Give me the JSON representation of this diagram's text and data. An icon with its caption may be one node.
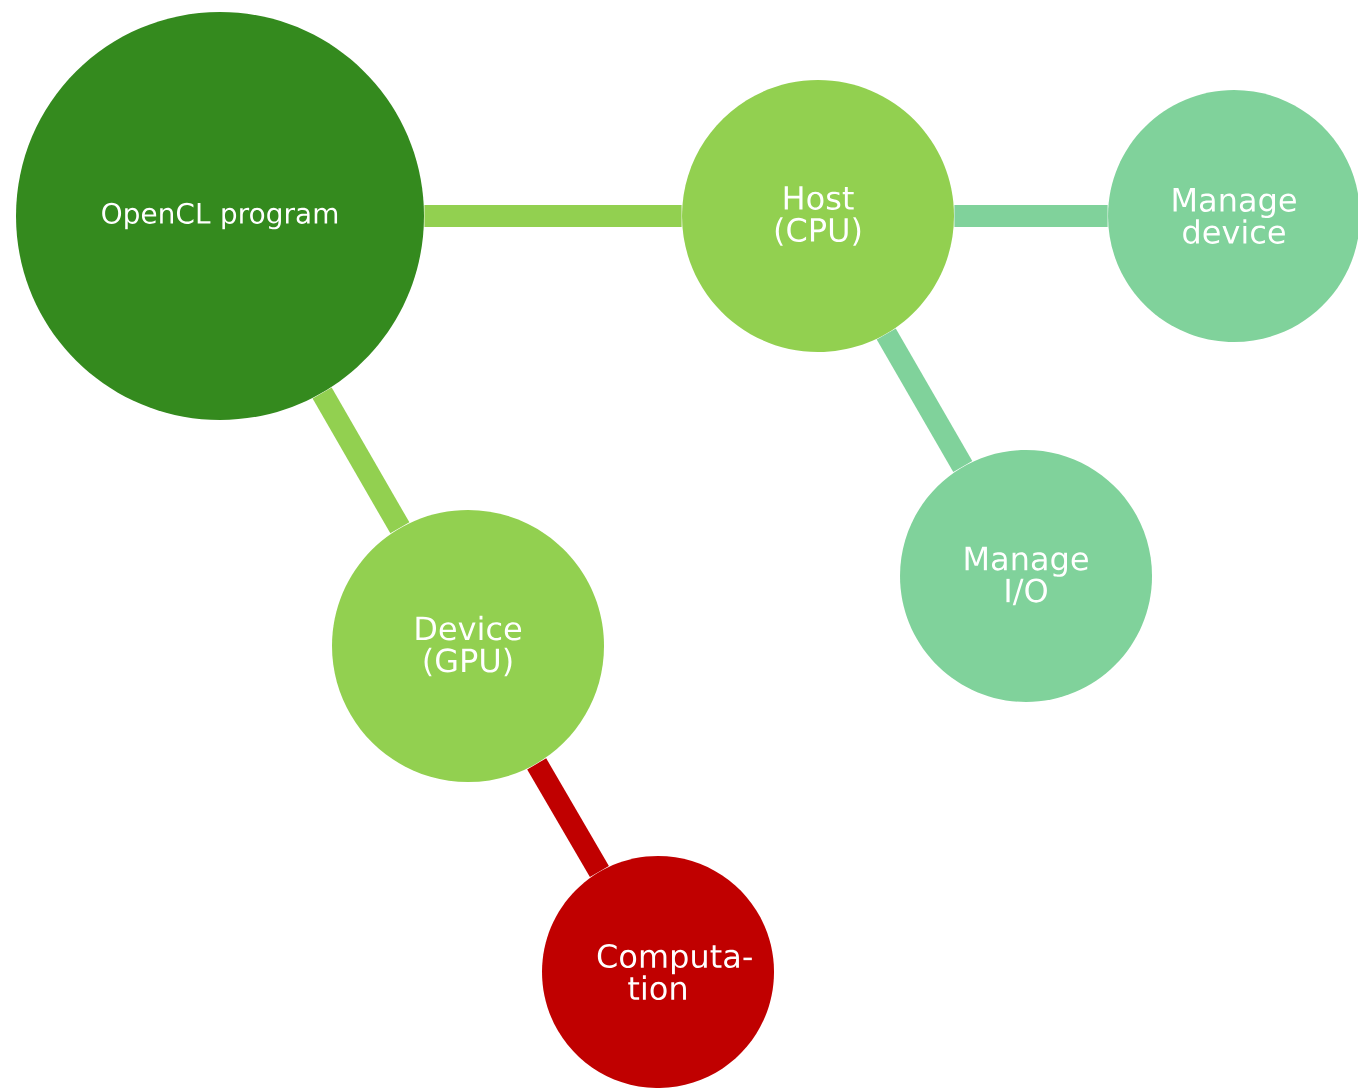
{
  "diagram": {
    "nodes": [
      {
        "text": [
          "OpenCL program"
        ]
      },
      {
        "text": [
          "Host (CPU)"
        ]
      },
      {
        "text": [
          "Manage device"
        ]
      },
      {
        "text": [
          "Manage I/O"
        ]
      },
      {
        "text": [
          "Device (GPU)"
        ]
      },
      {
        "text": [
          "Computa- tion"
        ]
      }
    ],
    "edges": [
      {
        "from": 0,
        "to": 1,
        "arrow": "none"
      },
      {
        "from": 1,
        "to": 2,
        "arrow": "none"
      },
      {
        "from": 1,
        "to": 3,
        "arrow": "none"
      },
      {
        "from": 0,
        "to": 4,
        "arrow": "none"
      },
      {
        "from": 4,
        "to": 5,
        "arrow": "none",
        "color": "#c00000"
      }
    ]
  }
}
